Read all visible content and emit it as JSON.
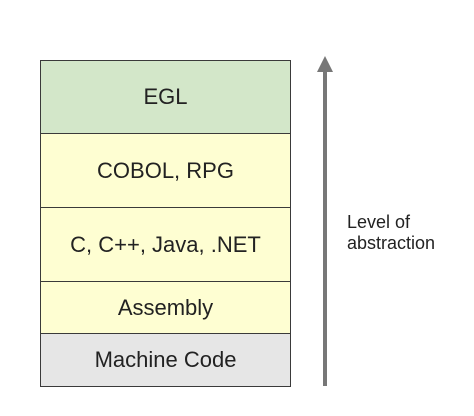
{
  "layers": [
    {
      "label": "EGL",
      "color": "#d3e7c9"
    },
    {
      "label": "COBOL, RPG",
      "color": "#fefed2"
    },
    {
      "label": "C, C++, Java, .NET",
      "color": "#fefed2"
    },
    {
      "label": "Assembly",
      "color": "#fefed2"
    },
    {
      "label": "Machine Code",
      "color": "#e6e6e6"
    }
  ],
  "axis": {
    "label_line1": "Level of",
    "label_line2": "abstraction",
    "direction": "up",
    "arrow_color": "#777777"
  }
}
